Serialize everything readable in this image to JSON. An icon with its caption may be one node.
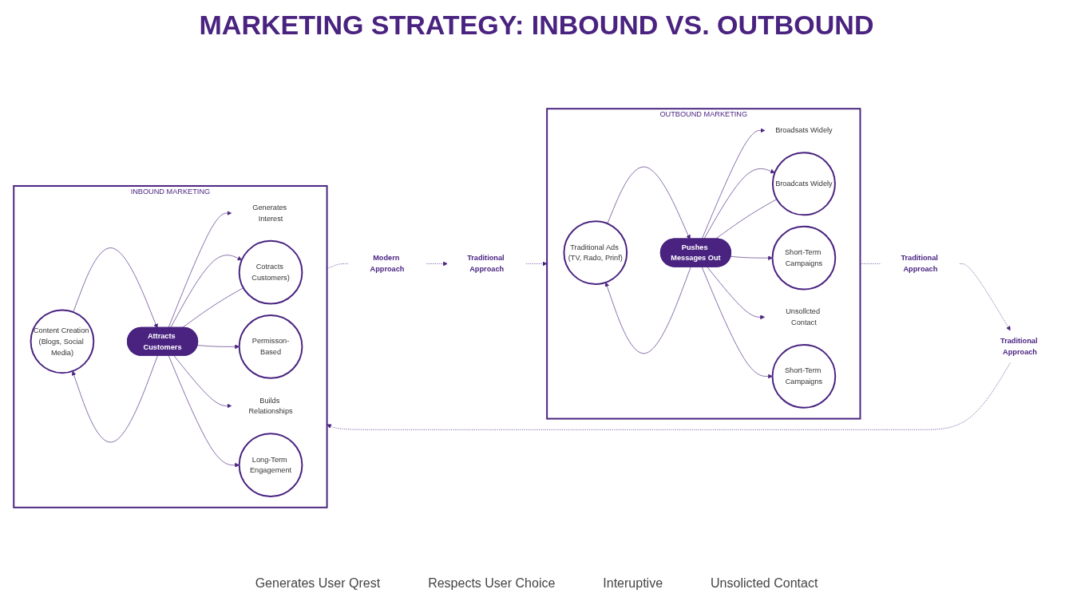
{
  "diagram": {
    "title": "MARKETING STRATEGY: INBOUND VS. OUTBOUND",
    "nodes": [
      {
        "text": [
          "Modern Approach"
        ]
      },
      {
        "text": [
          "Traditional Approach"
        ]
      },
      {
        "text": [
          "INBOUND MARKETING"
        ]
      },
      {
        "text": [
          "Content Creation (Blogs, Social Media)"
        ],
        "in": 2
      },
      {
        "text": [
          "Generates Interest"
        ],
        "in": 2
      },
      {
        "text": [
          "Cotracts Customers)"
        ],
        "in": 2
      },
      {
        "text": [
          "Attracts Customers"
        ],
        "in": 2
      },
      {
        "text": [
          "Permisson-Based"
        ],
        "in": 2
      },
      {
        "text": [
          "Builds Relationships"
        ],
        "in": 2
      },
      {
        "text": [
          "Long-Term Engagement"
        ],
        "in": 2
      },
      {
        "text": [
          "OUTBOUND MARKETING"
        ]
      },
      {
        "text": [
          "Traditional Ads (TV, Rado, Prinf)"
        ],
        "in": 10
      },
      {
        "text": [
          "Broadsats Widely"
        ],
        "in": 10
      },
      {
        "text": [
          "Broadcats Widely"
        ],
        "in": 10
      },
      {
        "text": [
          "Pushes Messages Out"
        ],
        "in": 10
      },
      {
        "text": [
          "Short-Term Campaigns"
        ],
        "in": 10
      },
      {
        "text": [
          "Unsollcted Contact"
        ],
        "in": 10
      },
      {
        "text": [
          "Short-Term Campaigns"
        ],
        "in": 10
      },
      {
        "text": [
          "Traditional Approach"
        ]
      },
      {
        "text": [
          "Traditional Approach"
        ]
      }
    ],
    "edges": [
      {
        "from": 2,
        "to": 0,
        "arrow": "none",
        "style": "dashed"
      },
      {
        "from": 0,
        "to": 1,
        "arrow": "to",
        "style": "dashed"
      },
      {
        "from": 1,
        "to": 10,
        "arrow": "to",
        "style": "dashed"
      },
      {
        "from": 6,
        "to": 3,
        "arrow": "to"
      },
      {
        "from": 6,
        "to": 4,
        "arrow": "to"
      },
      {
        "from": 6,
        "to": 5,
        "arrow": "to"
      },
      {
        "from": 3,
        "to": 6,
        "arrow": "to"
      },
      {
        "from": 5,
        "to": 6,
        "arrow": "none"
      },
      {
        "from": 6,
        "to": 7,
        "arrow": "to"
      },
      {
        "from": 6,
        "to": 8,
        "arrow": "to"
      },
      {
        "from": 6,
        "to": 9,
        "arrow": "to"
      },
      {
        "from": 14,
        "to": 11,
        "arrow": "to"
      },
      {
        "from": 14,
        "to": 12,
        "arrow": "to"
      },
      {
        "from": 14,
        "to": 13,
        "arrow": "to"
      },
      {
        "from": 11,
        "to": 14,
        "arrow": "to"
      },
      {
        "from": 13,
        "to": 14,
        "arrow": "none"
      },
      {
        "from": 14,
        "to": 15,
        "arrow": "to"
      },
      {
        "from": 14,
        "to": 16,
        "arrow": "to"
      },
      {
        "from": 14,
        "to": 17,
        "arrow": "to"
      },
      {
        "from": 10,
        "to": 19,
        "arrow": "none",
        "style": "dashed"
      },
      {
        "from": 19,
        "to": 18,
        "arrow": "to",
        "style": "dashed"
      },
      {
        "from": 18,
        "to": 2,
        "arrow": "to",
        "style": "dashed"
      }
    ],
    "labels": [
      "Generates User Qrest",
      "Respects User Choice",
      "Interuptive",
      "Unsolicted Contact"
    ]
  }
}
